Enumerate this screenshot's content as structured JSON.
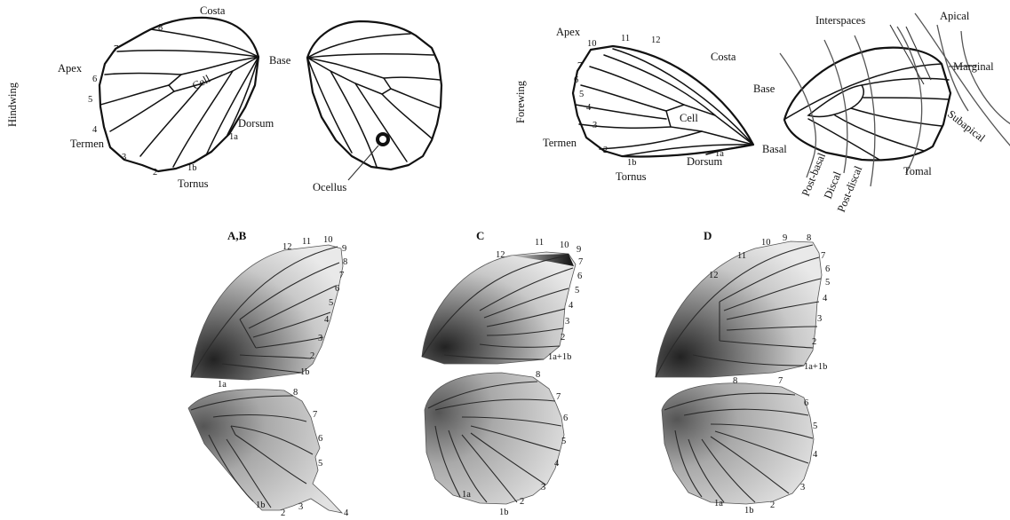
{
  "top_left": {
    "row_title": "Hindwing",
    "labels": {
      "costa": "Costa",
      "apex": "Apex",
      "base": "Base",
      "cell": "Cell",
      "dorsum": "Dorsum",
      "termen": "Termen",
      "tornus": "Tornus",
      "ocellus": "Ocellus"
    },
    "vein_numbers": [
      "8",
      "7",
      "6",
      "5",
      "4",
      "3",
      "2",
      "1b",
      "1a"
    ]
  },
  "top_right": {
    "row_title": "Forewing",
    "labels": {
      "apex": "Apex",
      "costa": "Costa",
      "base": "Base",
      "cell": "Cell",
      "termen": "Termen",
      "dorsum": "Dorsum",
      "tornus": "Tornus"
    },
    "vein_numbers": [
      "10",
      "11",
      "12",
      "7",
      "6",
      "5",
      "4",
      "3",
      "2",
      "1b",
      "1a"
    ],
    "zones": {
      "interspaces": "Interspaces",
      "apical": "Apical",
      "marginal": "Marginal",
      "subapical": "Subapical",
      "basal": "Basal",
      "post_basal": "Post-basal",
      "discal": "Discal",
      "post_discal": "Post-discal",
      "tornal": "Tomal"
    }
  },
  "photos": {
    "ab": {
      "heading": "A,B",
      "forewing_numbers": [
        "12",
        "11",
        "10",
        "9",
        "8",
        "7",
        "6",
        "5",
        "4",
        "3",
        "2",
        "1b",
        "1a"
      ],
      "hindwing_numbers": [
        "8",
        "7",
        "6",
        "5",
        "4",
        "3",
        "2",
        "1b"
      ]
    },
    "c": {
      "heading": "C",
      "forewing_numbers": [
        "12",
        "11",
        "10",
        "9",
        "7",
        "6",
        "5",
        "4",
        "3",
        "2",
        "1a+1b"
      ],
      "hindwing_numbers": [
        "8",
        "7",
        "6",
        "5",
        "4",
        "3",
        "2",
        "1b",
        "1a"
      ]
    },
    "d": {
      "heading": "D",
      "forewing_numbers": [
        "10",
        "9",
        "8",
        "11",
        "7",
        "6",
        "5",
        "12",
        "4",
        "3",
        "2",
        "1a+1b"
      ],
      "hindwing_numbers": [
        "8",
        "7",
        "6",
        "5",
        "4",
        "3",
        "2",
        "1b",
        "1a"
      ]
    }
  }
}
